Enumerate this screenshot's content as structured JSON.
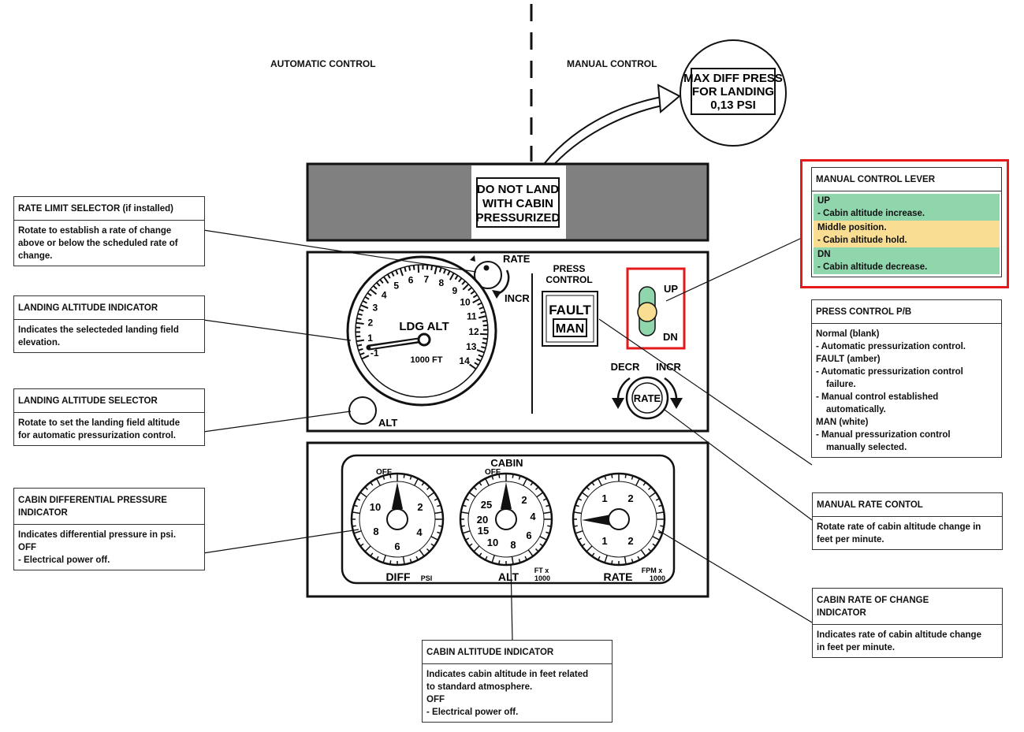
{
  "headers": {
    "automatic": "AUTOMATIC CONTROL",
    "manual": "MANUAL CONTROL"
  },
  "placards": {
    "bubble": [
      "MAX DIFF PRESS",
      "FOR LANDING",
      "0,13 PSI"
    ],
    "warning": [
      "DO NOT LAND",
      "WITH CABIN",
      "PRESSURIZED"
    ]
  },
  "panel": {
    "rate_label": "RATE",
    "incr": "INCR",
    "decr": "DECR",
    "press_control": [
      "PRESS",
      "CONTROL"
    ],
    "fault": "FAULT",
    "man": "MAN",
    "up": "UP",
    "dn": "DN",
    "rate_knob": "RATE",
    "alt_label": "ALT",
    "ldg_alt": "LDG ALT",
    "ldg_unit": "1000 FT",
    "ldg_scale": [
      "-1",
      "1",
      "2",
      "3",
      "4",
      "5",
      "6",
      "7",
      "8",
      "9",
      "10",
      "11",
      "12",
      "13",
      "14"
    ],
    "cabin": "CABIN",
    "off": "OFF",
    "diff_label": "DIFF",
    "psi": "PSI",
    "diff_scale": [
      "10",
      "2",
      "8",
      "4",
      "6"
    ],
    "alt_gauge_label": "ALT",
    "ft_x": "FT x",
    "ft_1000": "1000",
    "alt_scale": [
      "25",
      "2",
      "20",
      "4",
      "15",
      "6",
      "10",
      "8"
    ],
    "rate_gauge_label": "RATE",
    "fpm_x": "FPM x",
    "fpm_1000": "1000",
    "rate_scale": [
      "1",
      "2",
      "1",
      "2"
    ]
  },
  "callouts": {
    "rate_limit": {
      "title": "RATE LIMIT SELECTOR (if installed)",
      "lines": [
        "Rotate to establish a rate of change",
        "above or below the scheduled rate of",
        "change."
      ]
    },
    "landing_indicator": {
      "title": "LANDING ALTITUDE INDICATOR",
      "lines": [
        "Indicates the selecteded landing field",
        "elevation."
      ]
    },
    "landing_selector": {
      "title": "LANDING ALTITUDE SELECTOR",
      "lines": [
        "Rotate to set the landing field altitude",
        "for automatic pressurization control."
      ]
    },
    "diff_indicator": {
      "title": [
        "CABIN DIFFERENTIAL PRESSURE",
        "INDICATOR"
      ],
      "lines": [
        "Indicates differential pressure in psi.",
        "OFF",
        "-  Electrical power off."
      ]
    },
    "cabin_alt": {
      "title": "CABIN ALTITUDE INDICATOR",
      "lines": [
        "Indicates cabin altitude in feet related",
        "to standard atmosphere.",
        "OFF",
        "-   Electrical power off."
      ]
    },
    "manual_lever": {
      "title": "MANUAL CONTROL LEVER",
      "up_head": "UP",
      "up_item": "-   Cabin altitude increase.",
      "mid_head": "Middle position.",
      "mid_item": "-   Cabin altitude hold.",
      "dn_head": "DN",
      "dn_item": "-   Cabin altitude decrease."
    },
    "press_pb": {
      "title": "PRESS CONTROL P/B",
      "l1": "Normal (blank)",
      "l2": "-  Automatic pressurization control.",
      "l3": "FAULT (amber)",
      "l4": "-  Automatic pressurization control",
      "l5": "failure.",
      "l6": "-  Manual control established",
      "l7": "automatically.",
      "l8": "MAN (white)",
      "l9": "-  Manual pressurization control",
      "l10": "manually selected."
    },
    "manual_rate": {
      "title": "MANUAL RATE CONTOL",
      "lines": [
        "Rotate rate of cabin altitude change in",
        "feet per minute."
      ]
    },
    "rate_change": {
      "title": [
        "CABIN RATE OF CHANGE",
        "INDICATOR"
      ],
      "lines": [
        "Indicates rate of cabin altitude change",
        "in feet per minute."
      ]
    }
  },
  "colors": {
    "green": "#8fd6ad",
    "amber": "#f9dd92",
    "red": "#e3191b",
    "panel_gray": "#808080"
  }
}
